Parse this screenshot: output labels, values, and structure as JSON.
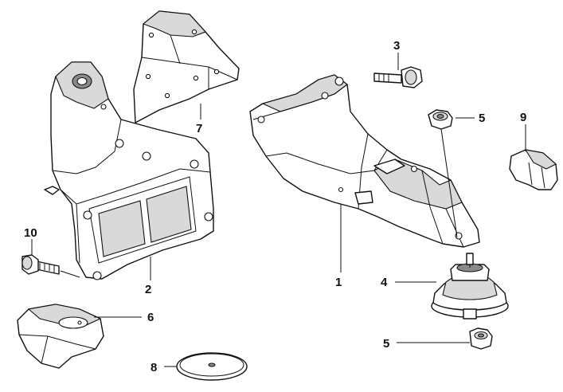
{
  "callouts": {
    "c1": "1",
    "c2": "2",
    "c3": "3",
    "c4": "4",
    "c5_upper": "5",
    "c5_lower": "5",
    "c6": "6",
    "c7": "7",
    "c8": "8",
    "c9": "9",
    "c10": "10"
  },
  "colors": {
    "line": "#111111",
    "shade": "#d9d9d9",
    "dark_shade": "#8a8a8a",
    "background": "#ffffff"
  }
}
